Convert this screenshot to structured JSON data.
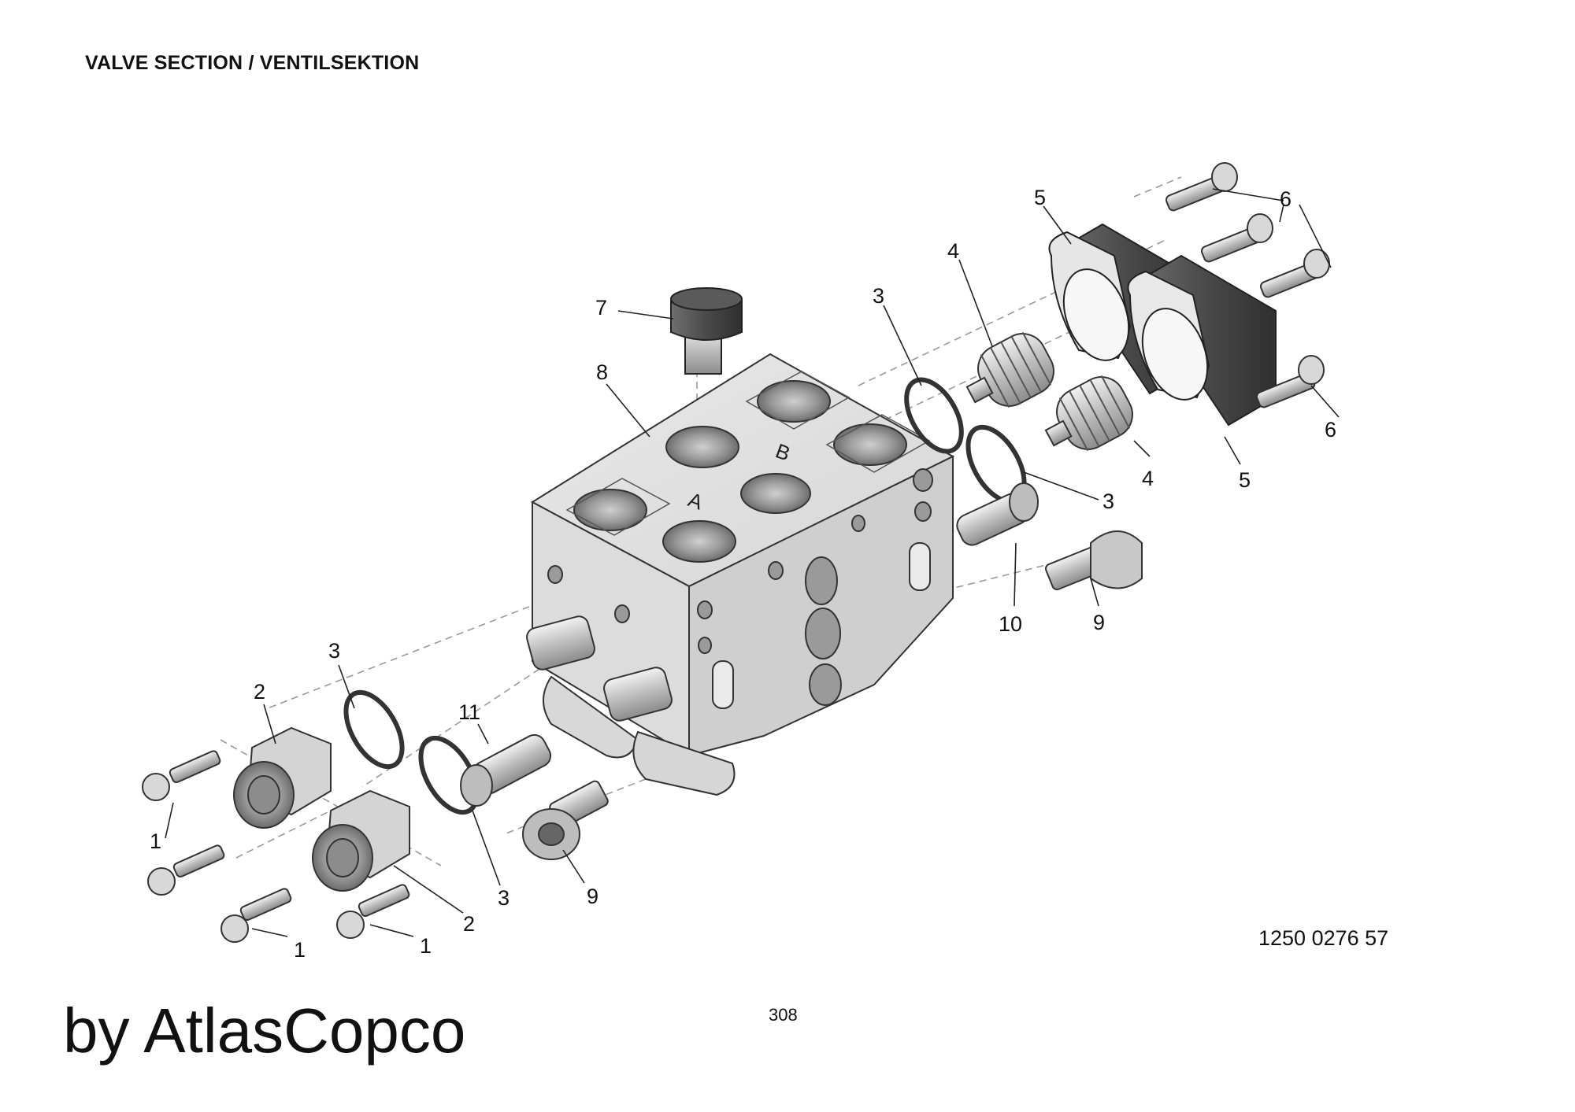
{
  "header": {
    "title": "VALVE SECTION / VENTILSEKTION"
  },
  "figure": {
    "port_labels": {
      "a": "A",
      "b": "B"
    },
    "callouts": {
      "c1a": "1",
      "c1b": "1",
      "c1c": "1",
      "c2a": "2",
      "c2b": "2",
      "c3a": "3",
      "c3b": "3",
      "c3c": "3",
      "c3d": "3",
      "c4a": "4",
      "c4b": "4",
      "c5a": "5",
      "c5b": "5",
      "c6a": "6",
      "c6b": "6",
      "c7": "7",
      "c8": "8",
      "c9a": "9",
      "c9b": "9",
      "c10": "10",
      "c11": "11"
    }
  },
  "footer": {
    "part_number": "1250 0276 57",
    "page_number": "308",
    "brand": "by AtlasCopco"
  }
}
